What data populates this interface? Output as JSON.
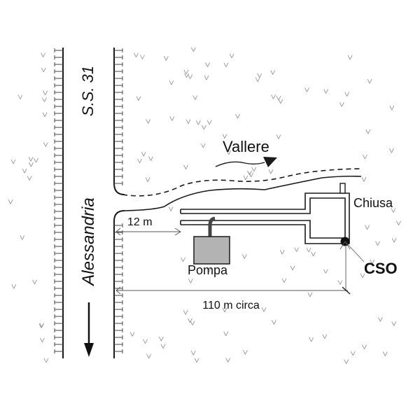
{
  "diagram": {
    "road_name": "S.S. 31",
    "direction_label": "Alessandria",
    "river_label": "Vallere",
    "gate_label": "Chiusa",
    "pump_label": "Pompa",
    "cso_label": "CSO",
    "distance_pump": "12 m",
    "distance_total": "110 m circa",
    "colors": {
      "line": "#1a1a1a",
      "pump_fill": "#b3b3b3",
      "grass": "#888888"
    }
  }
}
